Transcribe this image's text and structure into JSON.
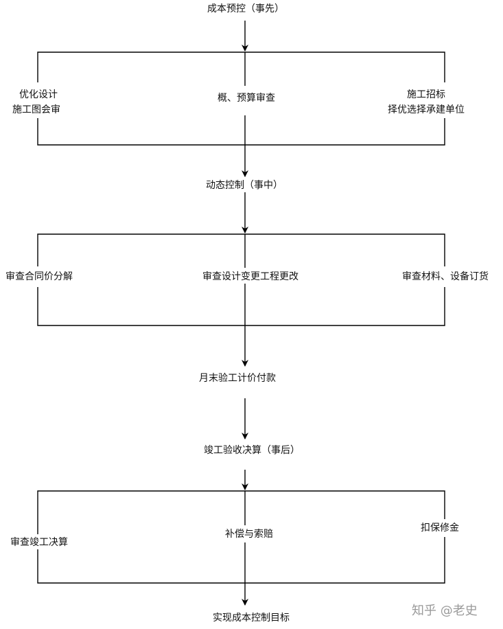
{
  "phase_pre": {
    "title": "成本预控（事先）",
    "left": [
      "优化设计",
      "施工图会审"
    ],
    "middle": "概、预算审查",
    "right": [
      "施工招标",
      "择优选择承建单位"
    ]
  },
  "phase_mid": {
    "title": "动态控制（事中）",
    "left": "审查合同价分解",
    "middle": "审查设计变更工程更改",
    "right": "审查材料、设备订货"
  },
  "monthly": "月末验工计价付款",
  "phase_post": {
    "title": "竣工验收决算（事后）",
    "left": "审查竣工决算",
    "middle": "补偿与索赔",
    "right": "扣保修金"
  },
  "goal": "实现成本控制目标",
  "watermark": "知乎 @老史",
  "colors": {
    "line": "#000000",
    "text": "#111111",
    "watermark": "#9a9a9a"
  }
}
